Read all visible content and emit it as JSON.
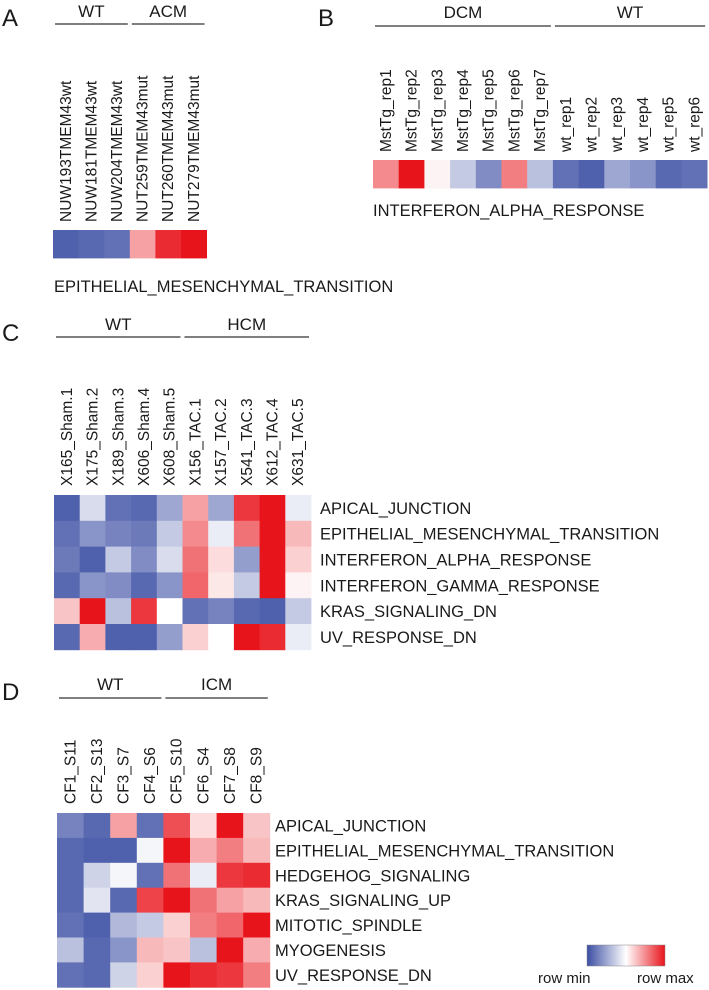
{
  "figure": {
    "colors": {
      "min": "#3b4ea3",
      "mid": "#ffffff",
      "max": "#e8141b"
    },
    "legend": {
      "min_label": "row min",
      "max_label": "row max"
    }
  },
  "chart_data": [
    {
      "panel": "A",
      "type": "heatmap",
      "groups": [
        {
          "label": "WT",
          "columns": [
            0,
            2
          ]
        },
        {
          "label": "ACM",
          "columns": [
            3,
            5
          ]
        }
      ],
      "columns": [
        "NUW193TMEM43wt",
        "NUW181TMEM43wt",
        "NUW204TMEM43wt",
        "NUT259TMEM43mut",
        "NUT260TMEM43mut",
        "NUT279TMEM43mut"
      ],
      "rows": [
        "EPITHELIAL_MESENCHYMAL_TRANSITION"
      ],
      "values": [
        [
          -0.9,
          -0.85,
          -0.8,
          0.4,
          0.9,
          1.0
        ]
      ],
      "value_scale": "row-normalized (-1 = row min, 1 = row max)"
    },
    {
      "panel": "B",
      "type": "heatmap",
      "groups": [
        {
          "label": "DCM",
          "columns": [
            0,
            6
          ]
        },
        {
          "label": "WT",
          "columns": [
            7,
            12
          ]
        }
      ],
      "columns": [
        "MstTg_rep1",
        "MstTg_rep2",
        "MstTg_rep3",
        "MstTg_rep4",
        "MstTg_rep5",
        "MstTg_rep6",
        "MstTg_rep7",
        "wt_rep1",
        "wt_rep2",
        "wt_rep3",
        "wt_rep4",
        "wt_rep5",
        "wt_rep6"
      ],
      "rows": [
        "INTERFERON_ALPHA_RESPONSE"
      ],
      "values": [
        [
          0.5,
          1.0,
          0.05,
          -0.3,
          -0.65,
          0.55,
          -0.35,
          -0.8,
          -0.9,
          -0.5,
          -0.6,
          -0.85,
          -0.8
        ]
      ],
      "value_scale": "row-normalized (-1 = row min, 1 = row max)"
    },
    {
      "panel": "C",
      "type": "heatmap",
      "groups": [
        {
          "label": "WT",
          "columns": [
            0,
            4
          ]
        },
        {
          "label": "HCM",
          "columns": [
            5,
            9
          ]
        }
      ],
      "columns": [
        "X165_Sham.1",
        "X175_Sham.2",
        "X189_Sham.3",
        "X606_Sham.4",
        "X608_Sham.5",
        "X156_TAC.1",
        "X157_TAC.2",
        "X541_TAC.3",
        "X612_TAC.4",
        "X631_TAC.5"
      ],
      "rows": [
        "APICAL_JUNCTION",
        "EPITHELIAL_MESENCHYMAL_TRANSITION",
        "INTERFERON_ALPHA_RESPONSE",
        "INTERFERON_GAMMA_RESPONSE",
        "KRAS_SIGNALING_DN",
        "UV_RESPONSE_DN"
      ],
      "values": [
        [
          -0.9,
          -0.2,
          -0.8,
          -0.85,
          -0.5,
          0.4,
          -0.5,
          0.85,
          1.0,
          -0.1
        ],
        [
          -0.8,
          -0.6,
          -0.7,
          -0.75,
          -0.3,
          0.5,
          -0.1,
          0.6,
          1.0,
          0.3
        ],
        [
          -0.75,
          -0.9,
          -0.3,
          -0.65,
          -0.2,
          0.6,
          0.15,
          -0.55,
          1.0,
          0.2
        ],
        [
          -0.85,
          -0.6,
          -0.65,
          -0.85,
          -0.6,
          0.65,
          0.1,
          -0.3,
          1.0,
          0.05
        ],
        [
          0.25,
          1.0,
          -0.35,
          0.85,
          0.0,
          -0.8,
          -0.7,
          -0.85,
          -0.9,
          -0.3
        ],
        [
          -0.85,
          0.35,
          -0.9,
          -0.9,
          -0.55,
          0.2,
          0.0,
          1.0,
          0.9,
          -0.1
        ]
      ],
      "value_scale": "row-normalized (-1 = row min, 1 = row max)"
    },
    {
      "panel": "D",
      "type": "heatmap",
      "groups": [
        {
          "label": "WT",
          "columns": [
            0,
            3
          ]
        },
        {
          "label": "ICM",
          "columns": [
            4,
            7
          ]
        }
      ],
      "columns": [
        "CF1_S11",
        "CF2_S13",
        "CF3_S7",
        "CF4_S6",
        "CF5_S10",
        "CF6_S4",
        "CF7_S8",
        "CF8_S9"
      ],
      "rows": [
        "APICAL_JUNCTION",
        "EPITHELIAL_MESENCHYMAL_TRANSITION",
        "HEDGEHOG_SIGNALING",
        "KRAS_SIGNALING_UP",
        "MITOTIC_SPINDLE",
        "MYOGENESIS",
        "UV_RESPONSE_DN"
      ],
      "values": [
        [
          -0.7,
          -0.85,
          0.4,
          -0.8,
          0.75,
          0.15,
          1.0,
          0.25
        ],
        [
          -0.85,
          -0.9,
          -0.9,
          -0.05,
          1.0,
          0.35,
          0.55,
          0.3
        ],
        [
          -0.85,
          -0.25,
          -0.05,
          -0.8,
          0.6,
          -0.1,
          0.85,
          0.9
        ],
        [
          -0.85,
          -0.15,
          -0.85,
          0.8,
          1.0,
          0.6,
          0.4,
          0.3
        ],
        [
          -0.8,
          -0.9,
          -0.4,
          -0.3,
          0.2,
          0.55,
          0.65,
          1.0
        ],
        [
          -0.35,
          -0.85,
          -0.6,
          0.3,
          0.25,
          -0.35,
          1.0,
          0.35
        ],
        [
          -0.8,
          -0.85,
          -0.25,
          0.2,
          1.0,
          0.9,
          0.85,
          0.55
        ]
      ],
      "value_scale": "row-normalized (-1 = row min, 1 = row max)"
    }
  ]
}
